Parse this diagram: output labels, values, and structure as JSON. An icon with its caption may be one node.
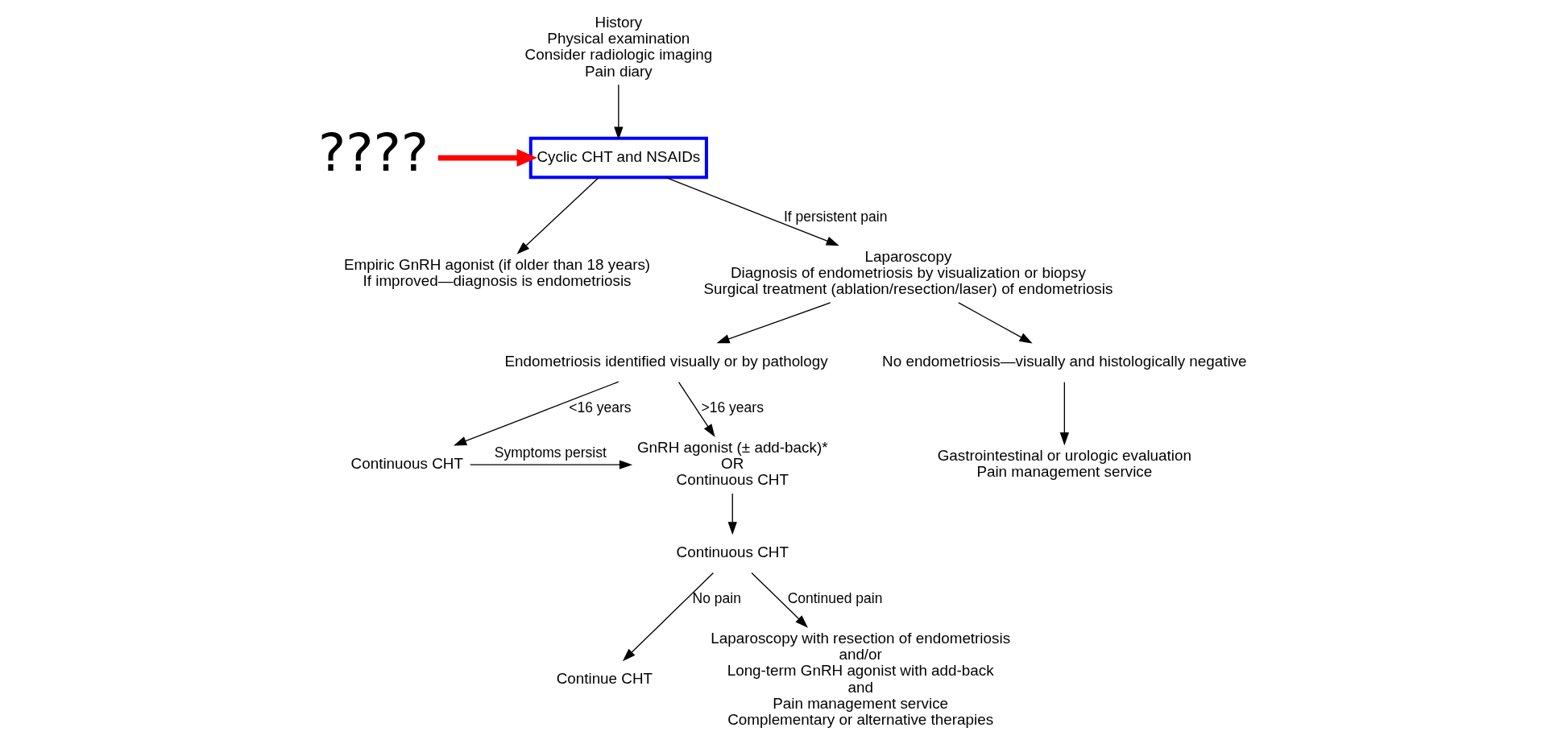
{
  "diagram": {
    "nodes": [
      {
        "text": [
          "History",
          "Physical examination",
          "Consider radiologic imaging",
          "Pain diary"
        ]
      },
      {
        "text": [
          "Cyclic CHT and NSAIDs"
        ]
      },
      {
        "text": [
          "????"
        ]
      },
      {
        "text": [
          "Empiric GnRH agonist (if older than 18 years)",
          "If improved—diagnosis is endometriosis"
        ]
      },
      {
        "text": [
          "Laparoscopy",
          "Diagnosis of endometriosis by visualization or biopsy",
          "Surgical treatment (ablation/resection/laser) of endometriosis"
        ]
      },
      {
        "text": [
          "Endometriosis identified visually or by pathology"
        ]
      },
      {
        "text": [
          "No endometriosis—visually and histologically negative"
        ]
      },
      {
        "text": [
          "Continuous CHT"
        ]
      },
      {
        "text": [
          "GnRH agonist (± add-back)*",
          "OR",
          "Continuous CHT"
        ]
      },
      {
        "text": [
          "Gastrointestinal or urologic evaluation",
          "Pain management service"
        ]
      },
      {
        "text": [
          "Continuous CHT"
        ]
      },
      {
        "text": [
          "Continue CHT"
        ]
      },
      {
        "text": [
          "Laparoscopy with resection of endometriosis",
          "and/or",
          "Long-term GnRH agonist with add-back",
          "and",
          "Pain management service",
          "Complementary or alternative therapies"
        ]
      }
    ],
    "edges": [
      {
        "from": 0,
        "to": 1,
        "arrow": "to"
      },
      {
        "from": 2,
        "to": 1,
        "arrow": "to",
        "style": "thick",
        "color": "#ff0000"
      },
      {
        "from": 1,
        "to": 3,
        "arrow": "to"
      },
      {
        "from": 1,
        "to": 4,
        "arrow": "to",
        "label": "If persistent pain"
      },
      {
        "from": 4,
        "to": 5,
        "arrow": "to"
      },
      {
        "from": 4,
        "to": 6,
        "arrow": "to"
      },
      {
        "from": 5,
        "to": 7,
        "arrow": "to",
        "label": "<16 years"
      },
      {
        "from": 5,
        "to": 8,
        "arrow": "to",
        "label": ">16 years"
      },
      {
        "from": 7,
        "to": 8,
        "arrow": "to",
        "label": "Symptoms persist"
      },
      {
        "from": 6,
        "to": 9,
        "arrow": "to"
      },
      {
        "from": 8,
        "to": 10,
        "arrow": "to"
      },
      {
        "from": 10,
        "to": 11,
        "arrow": "to",
        "label": "No pain"
      },
      {
        "from": 10,
        "to": 12,
        "arrow": "to",
        "label": "Continued pain"
      }
    ]
  }
}
